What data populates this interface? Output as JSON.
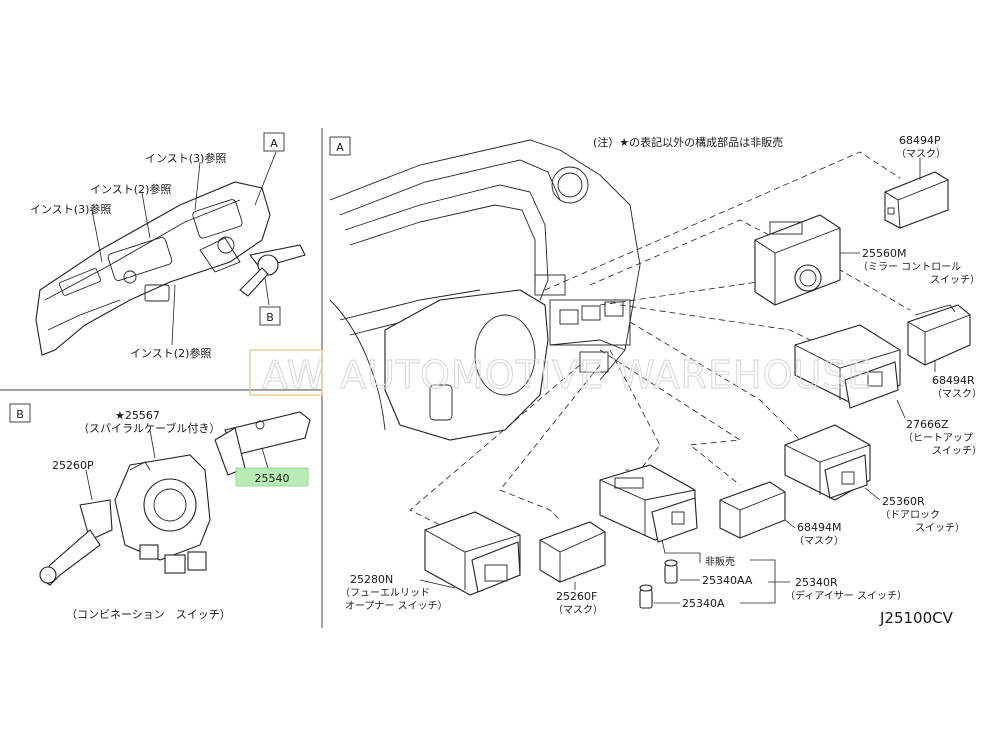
{
  "panel_a_tag": "A",
  "panel_b_tag": "B",
  "diagram_code": "J25100CV",
  "note": "(注）★の表記以外の構成部品は非販売",
  "watermark_logo": "AW",
  "watermark_text": "AUTOMOTIVE WAREHOUSE",
  "overview": {
    "ref_inst3_top": "インスト(3)参照",
    "ref_inst2_top": "インスト(2)参照",
    "ref_inst3_left": "インスト(3)参照",
    "ref_inst2_bottom": "インスト(2)参照"
  },
  "panel_b": {
    "p25567_no": "★25567",
    "p25567_desc": "（スパイラルケーブル付き）",
    "p25540_no": "25540",
    "p25260p_no": "25260P",
    "caption": "（コンビネーション　スイッチ）"
  },
  "highlight_color": "#b9ecb4",
  "parts": {
    "p68494p_no": "68494P",
    "p68494p_desc": "（マスク）",
    "p25560m_no": "25560M",
    "p25560m_desc1": "（ミラー コントロール",
    "p25560m_desc2": "スイッチ）",
    "p68494r_no": "68494R",
    "p68494r_desc": "（マスク）",
    "p27666z_no": "27666Z",
    "p27666z_desc1": "（ヒートアップ",
    "p27666z_desc2": "スイッチ）",
    "p25360r_no": "25360R",
    "p25360r_desc1": "（ドアロック",
    "p25360r_desc2": "スイッチ）",
    "p68494m_no": "68494M",
    "p68494m_desc": "（マスク）",
    "not_sold": "非販売",
    "p25340aa_no": "25340AA",
    "p25340a_no": "25340A",
    "p25340r_no": "25340R",
    "p25340r_desc": "（ディアイサー スイッチ）",
    "p25260f_no": "25260F",
    "p25260f_desc": "（マスク）",
    "p25280n_no": "25280N",
    "p25280n_desc1": "（フューエルリッド",
    "p25280n_desc2": "オープナー スイッチ）"
  }
}
